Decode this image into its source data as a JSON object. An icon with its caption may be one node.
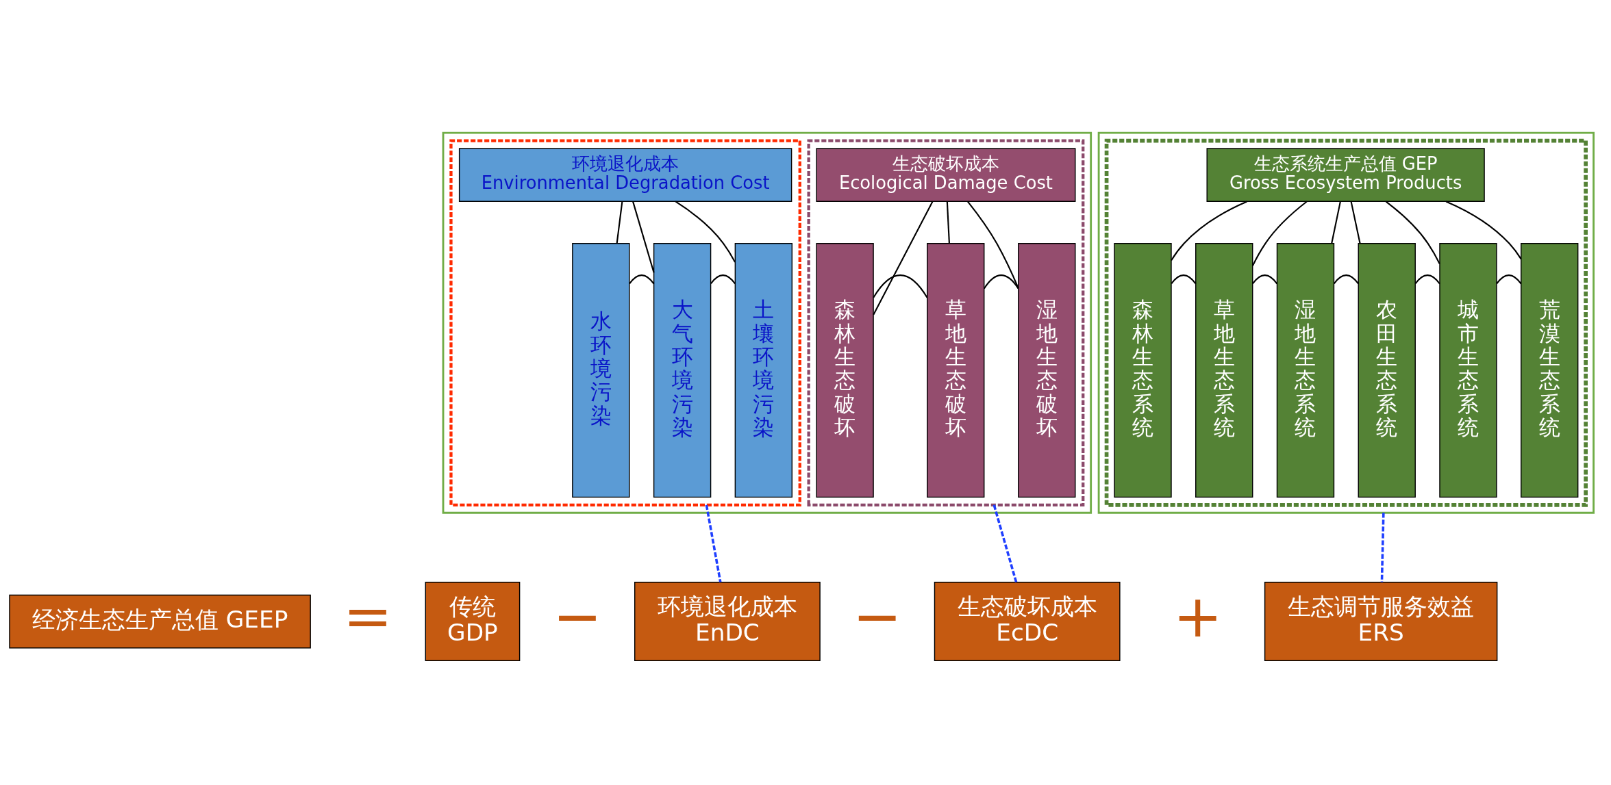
{
  "diagram": {
    "nodes": [
      {
        "text": [],
        "shape": "box"
      },
      {
        "text": [],
        "shape": "box",
        "in": 0
      },
      {
        "text": [
          "环境退化成本",
          "Environmental Degradation Cost"
        ],
        "in": 1
      },
      {
        "text": [
          "水环境污染"
        ],
        "in": 1
      },
      {
        "text": [
          "大气环境污染"
        ],
        "in": 1
      },
      {
        "text": [
          "土壤环境污染"
        ],
        "in": 1
      },
      {
        "text": [],
        "shape": "box",
        "in": 0
      },
      {
        "text": [
          "生态破坏成本",
          "Ecological Damage Cost"
        ],
        "in": 6
      },
      {
        "text": [
          "森林生态破坏"
        ],
        "in": 6
      },
      {
        "text": [
          "草地生态破坏"
        ],
        "in": 6
      },
      {
        "text": [
          "湿地生态破坏"
        ],
        "in": 6
      },
      {
        "text": [],
        "shape": "box"
      },
      {
        "text": [],
        "shape": "box",
        "in": 11
      },
      {
        "text": [
          "生态系统生产总值 GEP",
          "Gross Ecosystem Products"
        ],
        "in": 12
      },
      {
        "text": [
          "森林生态系统"
        ],
        "in": 12
      },
      {
        "text": [
          "草地生态系统"
        ],
        "in": 12
      },
      {
        "text": [
          "湿地生态系统"
        ],
        "in": 12
      },
      {
        "text": [
          "农田生态系统"
        ],
        "in": 12
      },
      {
        "text": [
          "城市生态系统"
        ],
        "in": 12
      },
      {
        "text": [
          "荒漠生态系统"
        ],
        "in": 12
      },
      {
        "text": [
          "经济生态生产总值 GEEP"
        ]
      },
      {
        "text": [
          "传统",
          "GDP"
        ]
      },
      {
        "text": [
          "环境退化成本",
          "EnDC"
        ]
      },
      {
        "text": [
          "生态破坏成本",
          "EcDC"
        ]
      },
      {
        "text": [
          "生态调节服务效益",
          "ERS"
        ]
      }
    ],
    "edges": [
      {
        "from": 2,
        "to": 3,
        "arrow": "none"
      },
      {
        "from": 2,
        "to": 4,
        "arrow": "none"
      },
      {
        "from": 2,
        "to": 5,
        "arrow": "none"
      },
      {
        "from": 3,
        "to": 4,
        "arrow": "none"
      },
      {
        "from": 4,
        "to": 5,
        "arrow": "none"
      },
      {
        "from": 7,
        "to": 8,
        "arrow": "none"
      },
      {
        "from": 7,
        "to": 9,
        "arrow": "none"
      },
      {
        "from": 7,
        "to": 10,
        "arrow": "none"
      },
      {
        "from": 8,
        "to": 9,
        "arrow": "none"
      },
      {
        "from": 9,
        "to": 10,
        "arrow": "none"
      },
      {
        "from": 13,
        "to": 14,
        "arrow": "none"
      },
      {
        "from": 13,
        "to": 15,
        "arrow": "none"
      },
      {
        "from": 13,
        "to": 16,
        "arrow": "none"
      },
      {
        "from": 13,
        "to": 17,
        "arrow": "none"
      },
      {
        "from": 13,
        "to": 18,
        "arrow": "none"
      },
      {
        "from": 13,
        "to": 19,
        "arrow": "none"
      },
      {
        "from": 14,
        "to": 15,
        "arrow": "none"
      },
      {
        "from": 15,
        "to": 16,
        "arrow": "none"
      },
      {
        "from": 16,
        "to": 17,
        "arrow": "none"
      },
      {
        "from": 17,
        "to": 18,
        "arrow": "none"
      },
      {
        "from": 18,
        "to": 19,
        "arrow": "none"
      },
      {
        "from": 1,
        "to": 22,
        "arrow": "none",
        "style": "dashed",
        "color": "#1f3fff"
      },
      {
        "from": 6,
        "to": 23,
        "arrow": "none",
        "style": "dashed",
        "color": "#1f3fff"
      },
      {
        "from": 11,
        "to": 24,
        "arrow": "none",
        "style": "dashed",
        "color": "#1f3fff"
      }
    ],
    "labels": [
      "=",
      "−",
      "−",
      "+"
    ]
  }
}
